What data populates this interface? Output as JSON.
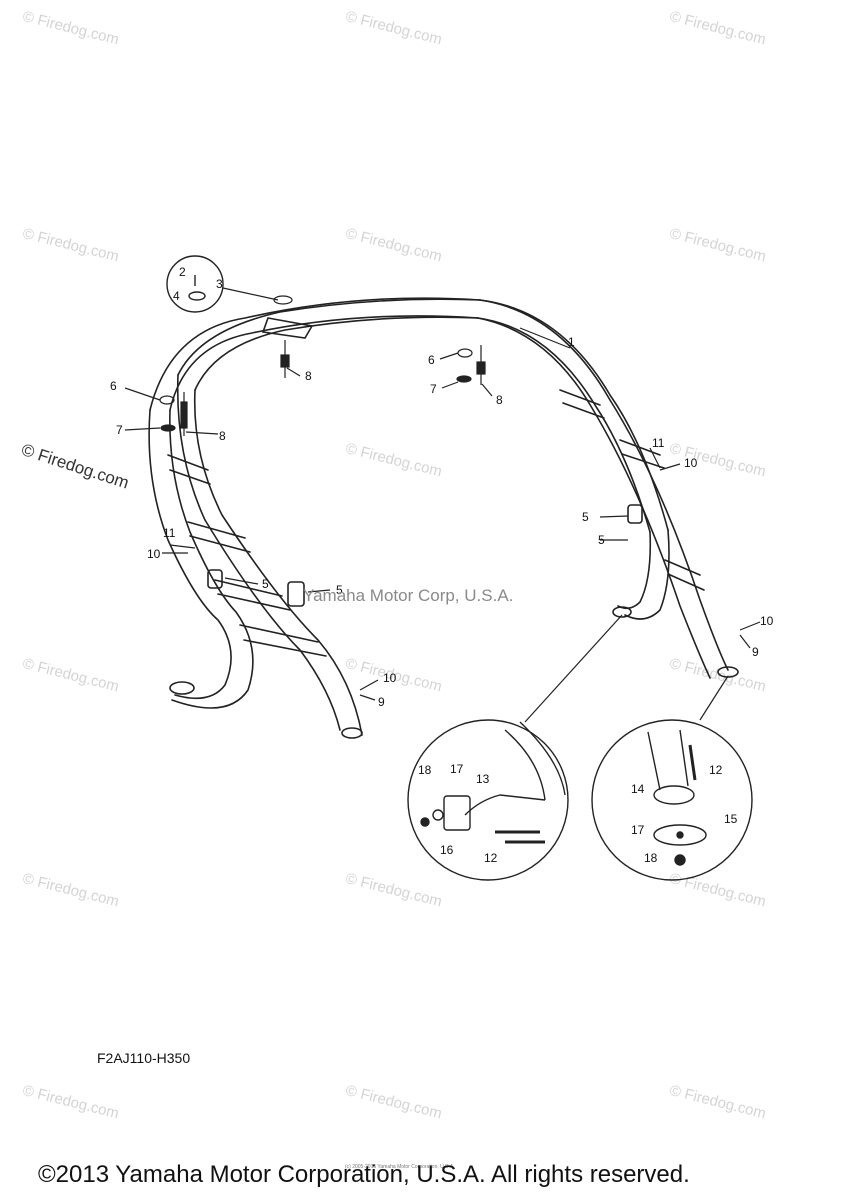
{
  "watermark": {
    "text": "© Firedog.com",
    "large_text": "© Firedog.com",
    "center_text": "Yamaha Motor Corp, U.S.A."
  },
  "diagram": {
    "code": "F2AJ110-H350",
    "labels": [
      "1",
      "2",
      "3",
      "4",
      "5",
      "6",
      "7",
      "8",
      "9",
      "10",
      "11",
      "12",
      "13",
      "14",
      "15",
      "16",
      "17",
      "18"
    ]
  },
  "footer": {
    "copyright": "©2013 Yamaha Motor Corporation, U.S.A. All rights reserved.",
    "tiny": "(c) 2005-2015 Yamaha Motor Corporation, U.S.A."
  }
}
